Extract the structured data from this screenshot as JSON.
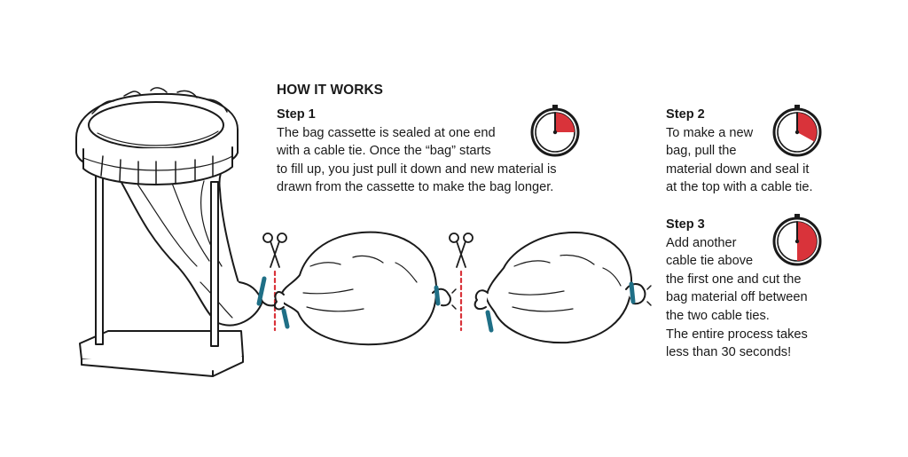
{
  "heading": "HOW IT WORKS",
  "steps": [
    {
      "title": "Step 1",
      "lines": [
        "The bag cassette is sealed at one end",
        "with a cable tie. Once the “bag” starts",
        "to fill up, you just pull it down and new material is",
        "drawn from the cassette to make the bag longer."
      ],
      "timer_fraction": 0.25
    },
    {
      "title": "Step 2",
      "lines": [
        "To make a new",
        "bag, pull the",
        "material down and seal it",
        "at the top with a cable tie."
      ],
      "timer_fraction": 0.33
    },
    {
      "title": "Step 3",
      "lines": [
        "Add another",
        "cable tie above",
        "the first one and cut the",
        "bag material off between",
        "the two cable ties.",
        "The entire process takes",
        "less than 30 seconds!"
      ],
      "timer_fraction": 0.5
    }
  ],
  "colors": {
    "ink": "#1a1a1a",
    "timer_fill": "#d9333a",
    "cable_tie": "#1f6f86",
    "cut_line": "#d9333a"
  },
  "icons": [
    "scissors-icon",
    "stopwatch-icon",
    "cable-tie-icon"
  ]
}
